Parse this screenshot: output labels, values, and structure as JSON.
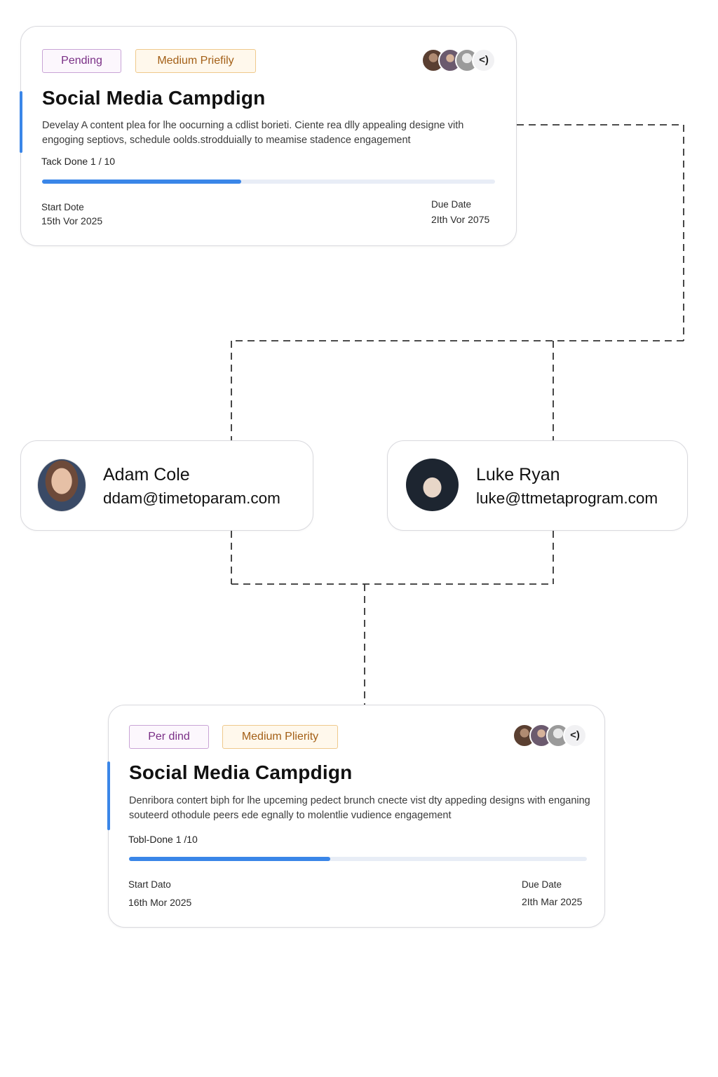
{
  "cards": [
    {
      "status": "Pending",
      "priority": "Medium Priefily",
      "more_label": "<)",
      "title": "Social Media Campdign",
      "description": "Develay A content plea for lhe oocurning a cdlist borieti. Ciente rea dlly appealing designe vith engoging septiovs, schedule oolds.strodduially to meamise stadence engagement",
      "task_count": "Tack Done 1 / 10",
      "progress": 0.44,
      "start_label": "Start Dote",
      "start_date": "15th Vor 2025",
      "due_label": "Due Date",
      "due_date": "2Ith Vor 2075",
      "colors": {
        "accent": "#3a86e8"
      }
    },
    {
      "status": "Per dind",
      "priority": "Medium Plierity",
      "more_label": "<)",
      "title": "Social Media Campdign",
      "description": "Denribora contert biph for lhe upceming pedect brunch cnecte vist dty appeding designs with enganing souteerd othodule peers ede egnally to molentlie vudience engagement",
      "task_count": "Tobl-Done 1 /10",
      "progress": 0.44,
      "start_label": "Start Dato",
      "start_date": "16th Mor 2025",
      "due_label": "Due Date",
      "due_date": "2Ith Mar 2025",
      "colors": {
        "accent": "#3a86e8"
      }
    }
  ],
  "people": [
    {
      "name": "Adam Cole",
      "email": "ddam@timetoparam.com"
    },
    {
      "name": "Luke Ryan",
      "email": "luke@ttmetaprogram.com"
    }
  ],
  "colors": {
    "status_text": "#7a2f86",
    "priority_text": "#a35f16",
    "progress": "#3a86e8",
    "connector": "#333333"
  }
}
